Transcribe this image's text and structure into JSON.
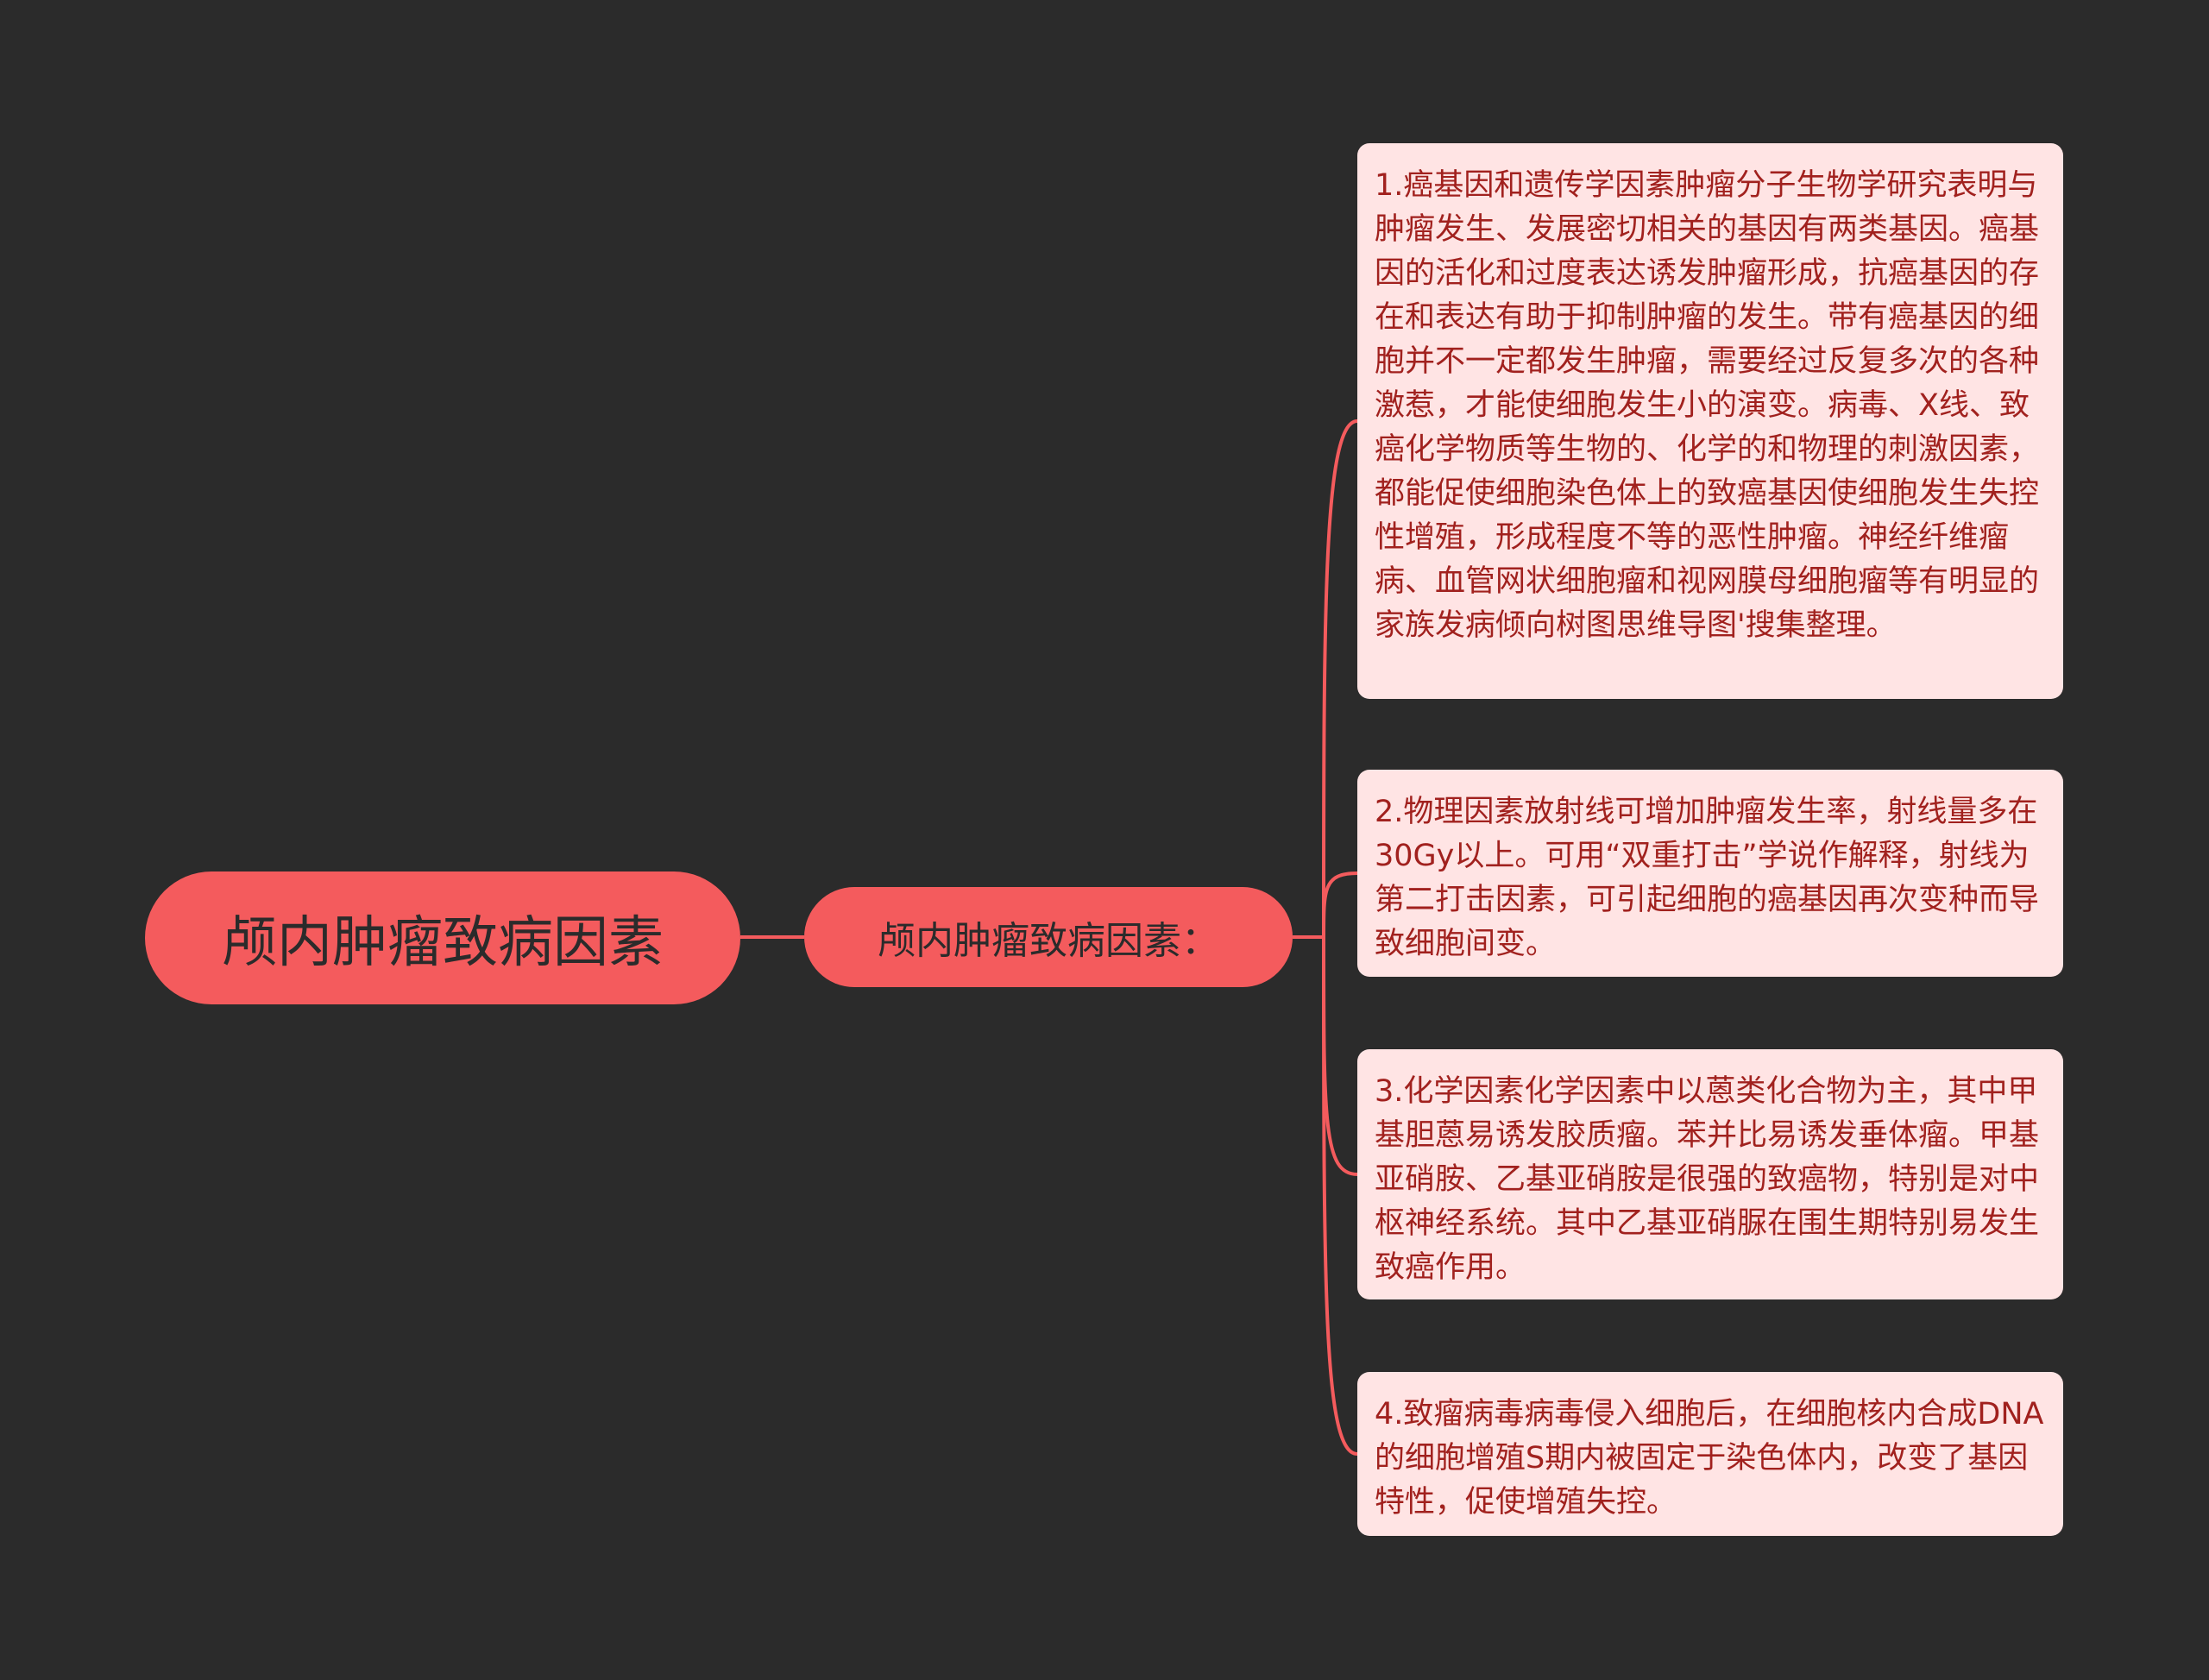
{
  "colors": {
    "background": "#2b2b2b",
    "node_fill": "#f45b5d",
    "leaf_fill": "#ffe4e4",
    "leaf_text": "#a1211e",
    "connector": "#f45b5d"
  },
  "root": {
    "label": "颅内肿瘤致病因素"
  },
  "branch": {
    "label": "颅内肿瘤致病因素："
  },
  "leaves": [
    {
      "text": "1.癌基因和遗传学因素肿瘤分子生物学研究表明与肿瘤发生、发展密切相关的基因有两类基因。癌基因的活化和过度表达诱发肿瘤形成，抗癌基因的存在和表达有助于抑制肿瘤的发生。带有癌基因的细胞并不一定都发生肿瘤，需要经过反复多次的各种激惹，才能使细胞发生小的演变。病毒、X线、致癌化学物质等生物的、化学的和物理的刺激因素，都能促使细胞染色体上的致癌基因使细胞发生失控性增殖，形成程度不等的恶性肿瘤。神经纤维瘤病、血管网状细胞瘤和视网膜母细胞瘤等有明显的家族发病倾向树图思维导图'搜集整理。"
    },
    {
      "text": "2.物理因素放射线可增加肿瘤发生率，射线量多在30Gy以上。可用“双重打击”学说作解释，射线为第二打击因素，可引起细胞的癌基因再次变种而导致细胞间变。"
    },
    {
      "text": "3.化学因素化学因素中以蒽类化合物为主，其中甲基胆蒽易诱发胶质瘤。苯并比易诱发垂体瘤。甲基亚硝胺、乙基亚硝胺是很强的致癌物，特别是对中枢神经系统。其中乙基亚硝脲在围生期特别易发生致癌作用。"
    },
    {
      "text": "4.致瘤病毒病毒侵入细胞后，在细胞核内合成DNA的细胞增殖S期内被固定于染色体内，改变了基因特性，促使增殖失控。"
    }
  ]
}
